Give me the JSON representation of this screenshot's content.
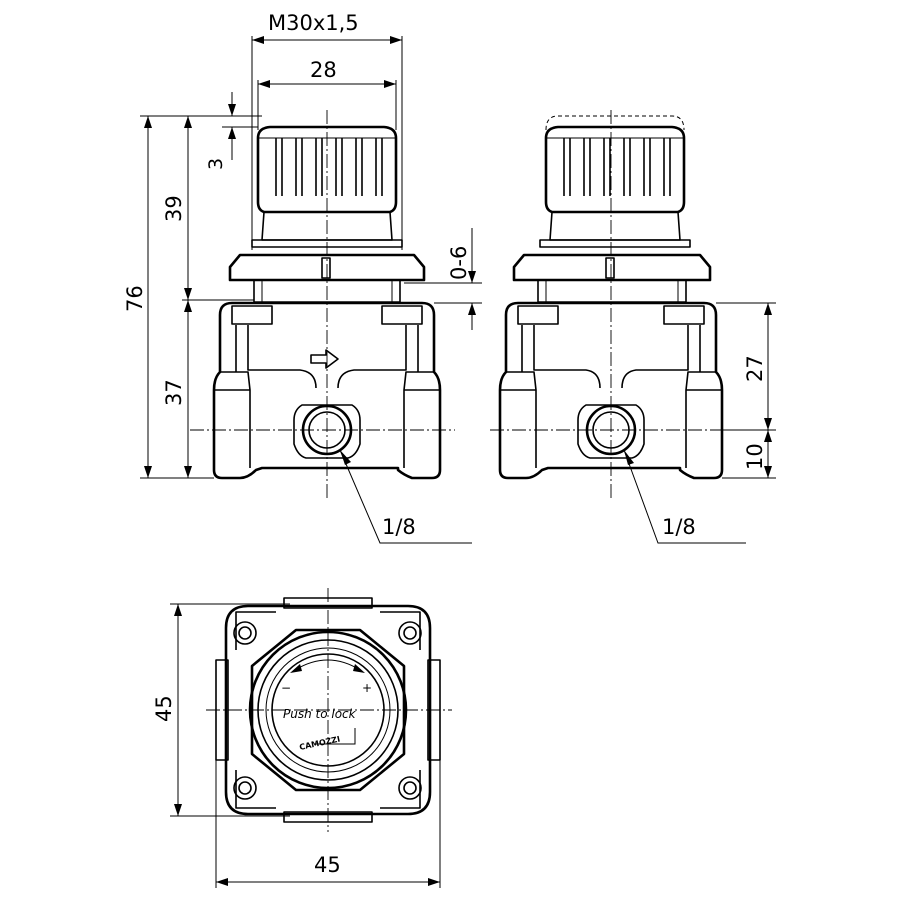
{
  "dimensions": {
    "thread": "M30x1,5",
    "knob_width": "28",
    "knob_offset": "3",
    "knob_height": "39",
    "total_height": "76",
    "body_height": "37",
    "adjust_travel": "0-6",
    "port_height": "27",
    "port_offset": "10",
    "port_left": "1/8",
    "port_right": "1/8",
    "top_view_height": "45",
    "top_view_width": "45"
  },
  "knob_face": {
    "minus": "−",
    "plus": "+",
    "instruction": "Push to lock",
    "brand": "CAMOZZI"
  },
  "colors": {
    "line": "#000000",
    "background": "#ffffff"
  }
}
